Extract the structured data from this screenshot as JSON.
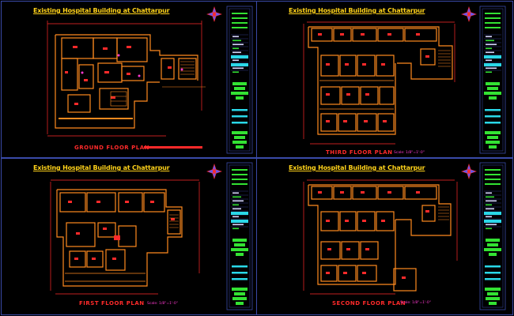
{
  "drawing": {
    "background": "#000000",
    "colors": {
      "wall": "#ff8a1f",
      "dimension": "#ff2a2a",
      "accent": "#ff3ad0",
      "title": "#ffd21a",
      "frame": "#3a4aa8",
      "titleblock_green": "#33e233",
      "titleblock_cyan": "#2ad8e8"
    },
    "panels": [
      {
        "id": "ground",
        "title": "Existing Hospital Building at Chattarpur",
        "caption": "GROUND FLOOR PLAN",
        "scale": ""
      },
      {
        "id": "third",
        "title": "Existing Hospital Building at Chattarpur",
        "caption": "THIRD FLOOR PLAN",
        "scale": "Scale: 1/8\"=1'-0\""
      },
      {
        "id": "first",
        "title": "Existing Hospital Building at Chattarpur",
        "caption": "FIRST FLOOR PLAN",
        "scale": "Scale: 1/8\"=1'-0\""
      },
      {
        "id": "second",
        "title": "Existing Hospital Building at Chattarpur",
        "caption": "SECOND FLOOR PLAN",
        "scale": "Scale: 1/8\"=1'-0\""
      }
    ],
    "icons": [
      "north-arrow-icon",
      "title-block-icon"
    ]
  }
}
